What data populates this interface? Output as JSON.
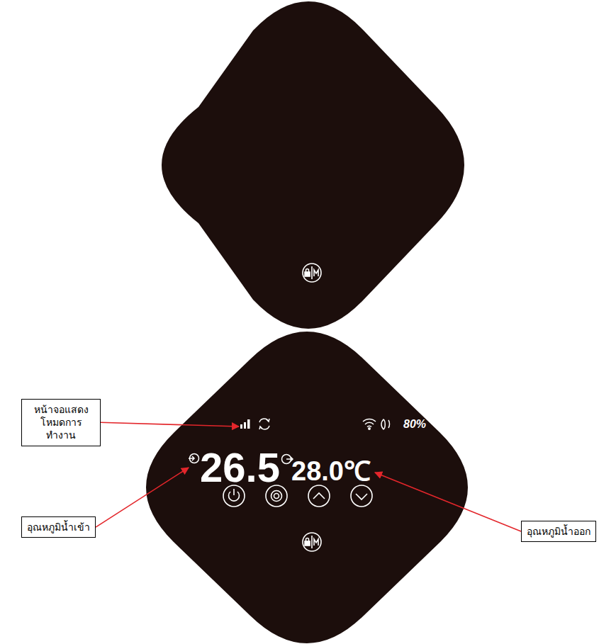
{
  "diagram": {
    "nodes": [
      {
        "text": [
          "หน้าจอแสดง โหมดการทำงาน"
        ]
      },
      {
        "text": [
          "อุณหภูมิน้ำเข้า"
        ]
      },
      {
        "text": [
          "อุณหภูมิน้ำออก"
        ]
      }
    ],
    "labels": [
      "80%",
      "26.5",
      "28.0℃"
    ]
  }
}
